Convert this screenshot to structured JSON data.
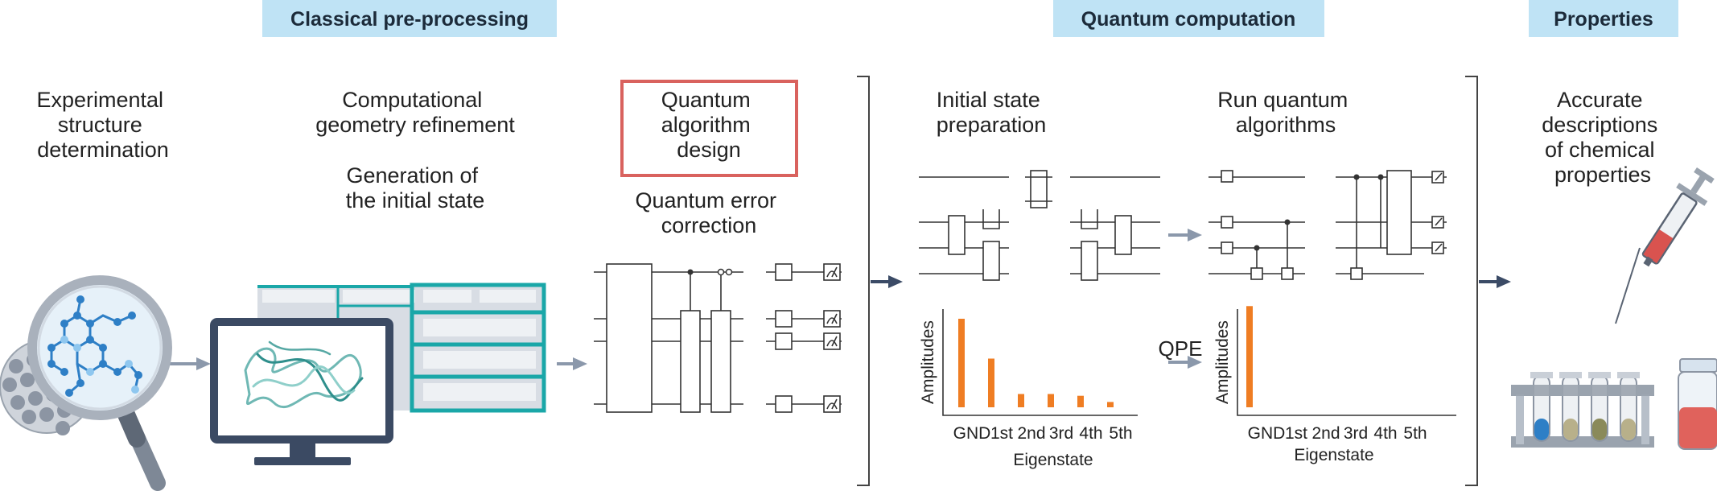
{
  "headers": {
    "classical": "Classical pre-processing",
    "quantum": "Quantum computation",
    "properties": "Properties"
  },
  "steps": {
    "experimental": [
      "Experimental",
      "structure",
      "determination"
    ],
    "geometry": [
      "Computational",
      "geometry refinement"
    ],
    "initial_generation": [
      "Generation of",
      "the initial state"
    ],
    "algorithm_design": [
      "Quantum",
      "algorithm",
      "design"
    ],
    "error_correction": [
      "Quantum error",
      "correction"
    ],
    "state_prep": [
      "Initial state",
      "preparation"
    ],
    "run_algorithms": [
      "Run quantum",
      "algorithms"
    ],
    "descriptions": [
      "Accurate",
      "descriptions",
      "of chemical",
      "properties"
    ]
  },
  "qpe_label": "QPE",
  "colors": {
    "header_bg": "#bfe3f5",
    "highlight_box": "#d9625e",
    "bar": "#ef7d23",
    "teal": "#1aa7a8",
    "monitor": "#3b4a63"
  },
  "icons": [
    "magnifying-glass-icon",
    "molecule-icon",
    "monitor-icon",
    "protein-icon",
    "spreadsheet-icon",
    "syringe-icon",
    "test-tube-rack-icon",
    "vial-icon"
  ],
  "chart_data": [
    {
      "type": "bar",
      "categories": [
        "GND",
        "1st",
        "2nd",
        "3rd",
        "4th",
        "5th"
      ],
      "values": [
        1.0,
        0.55,
        0.15,
        0.15,
        0.13,
        0.06
      ],
      "xlabel": "Eigenstate",
      "ylabel": "Amplitudes",
      "ylim": [
        0,
        1.2
      ]
    },
    {
      "type": "bar",
      "categories": [
        "GND",
        "1st",
        "2nd",
        "3rd",
        "4th",
        "5th"
      ],
      "values": [
        1.0,
        0,
        0,
        0,
        0,
        0
      ],
      "xlabel": "Eigenstate",
      "ylabel": "Amplitudes",
      "ylim": [
        0,
        1.05
      ]
    }
  ]
}
